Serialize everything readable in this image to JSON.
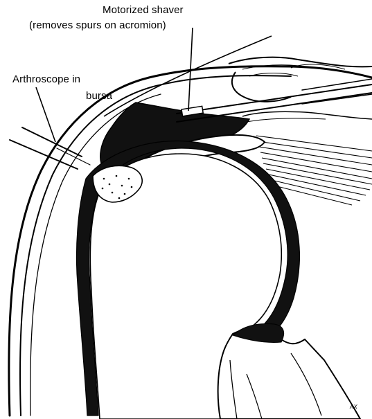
{
  "diagram": {
    "labels": {
      "shaver_line1": "Motorized shaver",
      "shaver_line2": "(removes spurs on acromion)",
      "scope_line1": "Arthroscope in",
      "scope_line2": "bursa"
    },
    "artist_mark": "AX",
    "colors": {
      "ink": "#000000",
      "paper": "#ffffff",
      "shade": "#111111"
    }
  }
}
